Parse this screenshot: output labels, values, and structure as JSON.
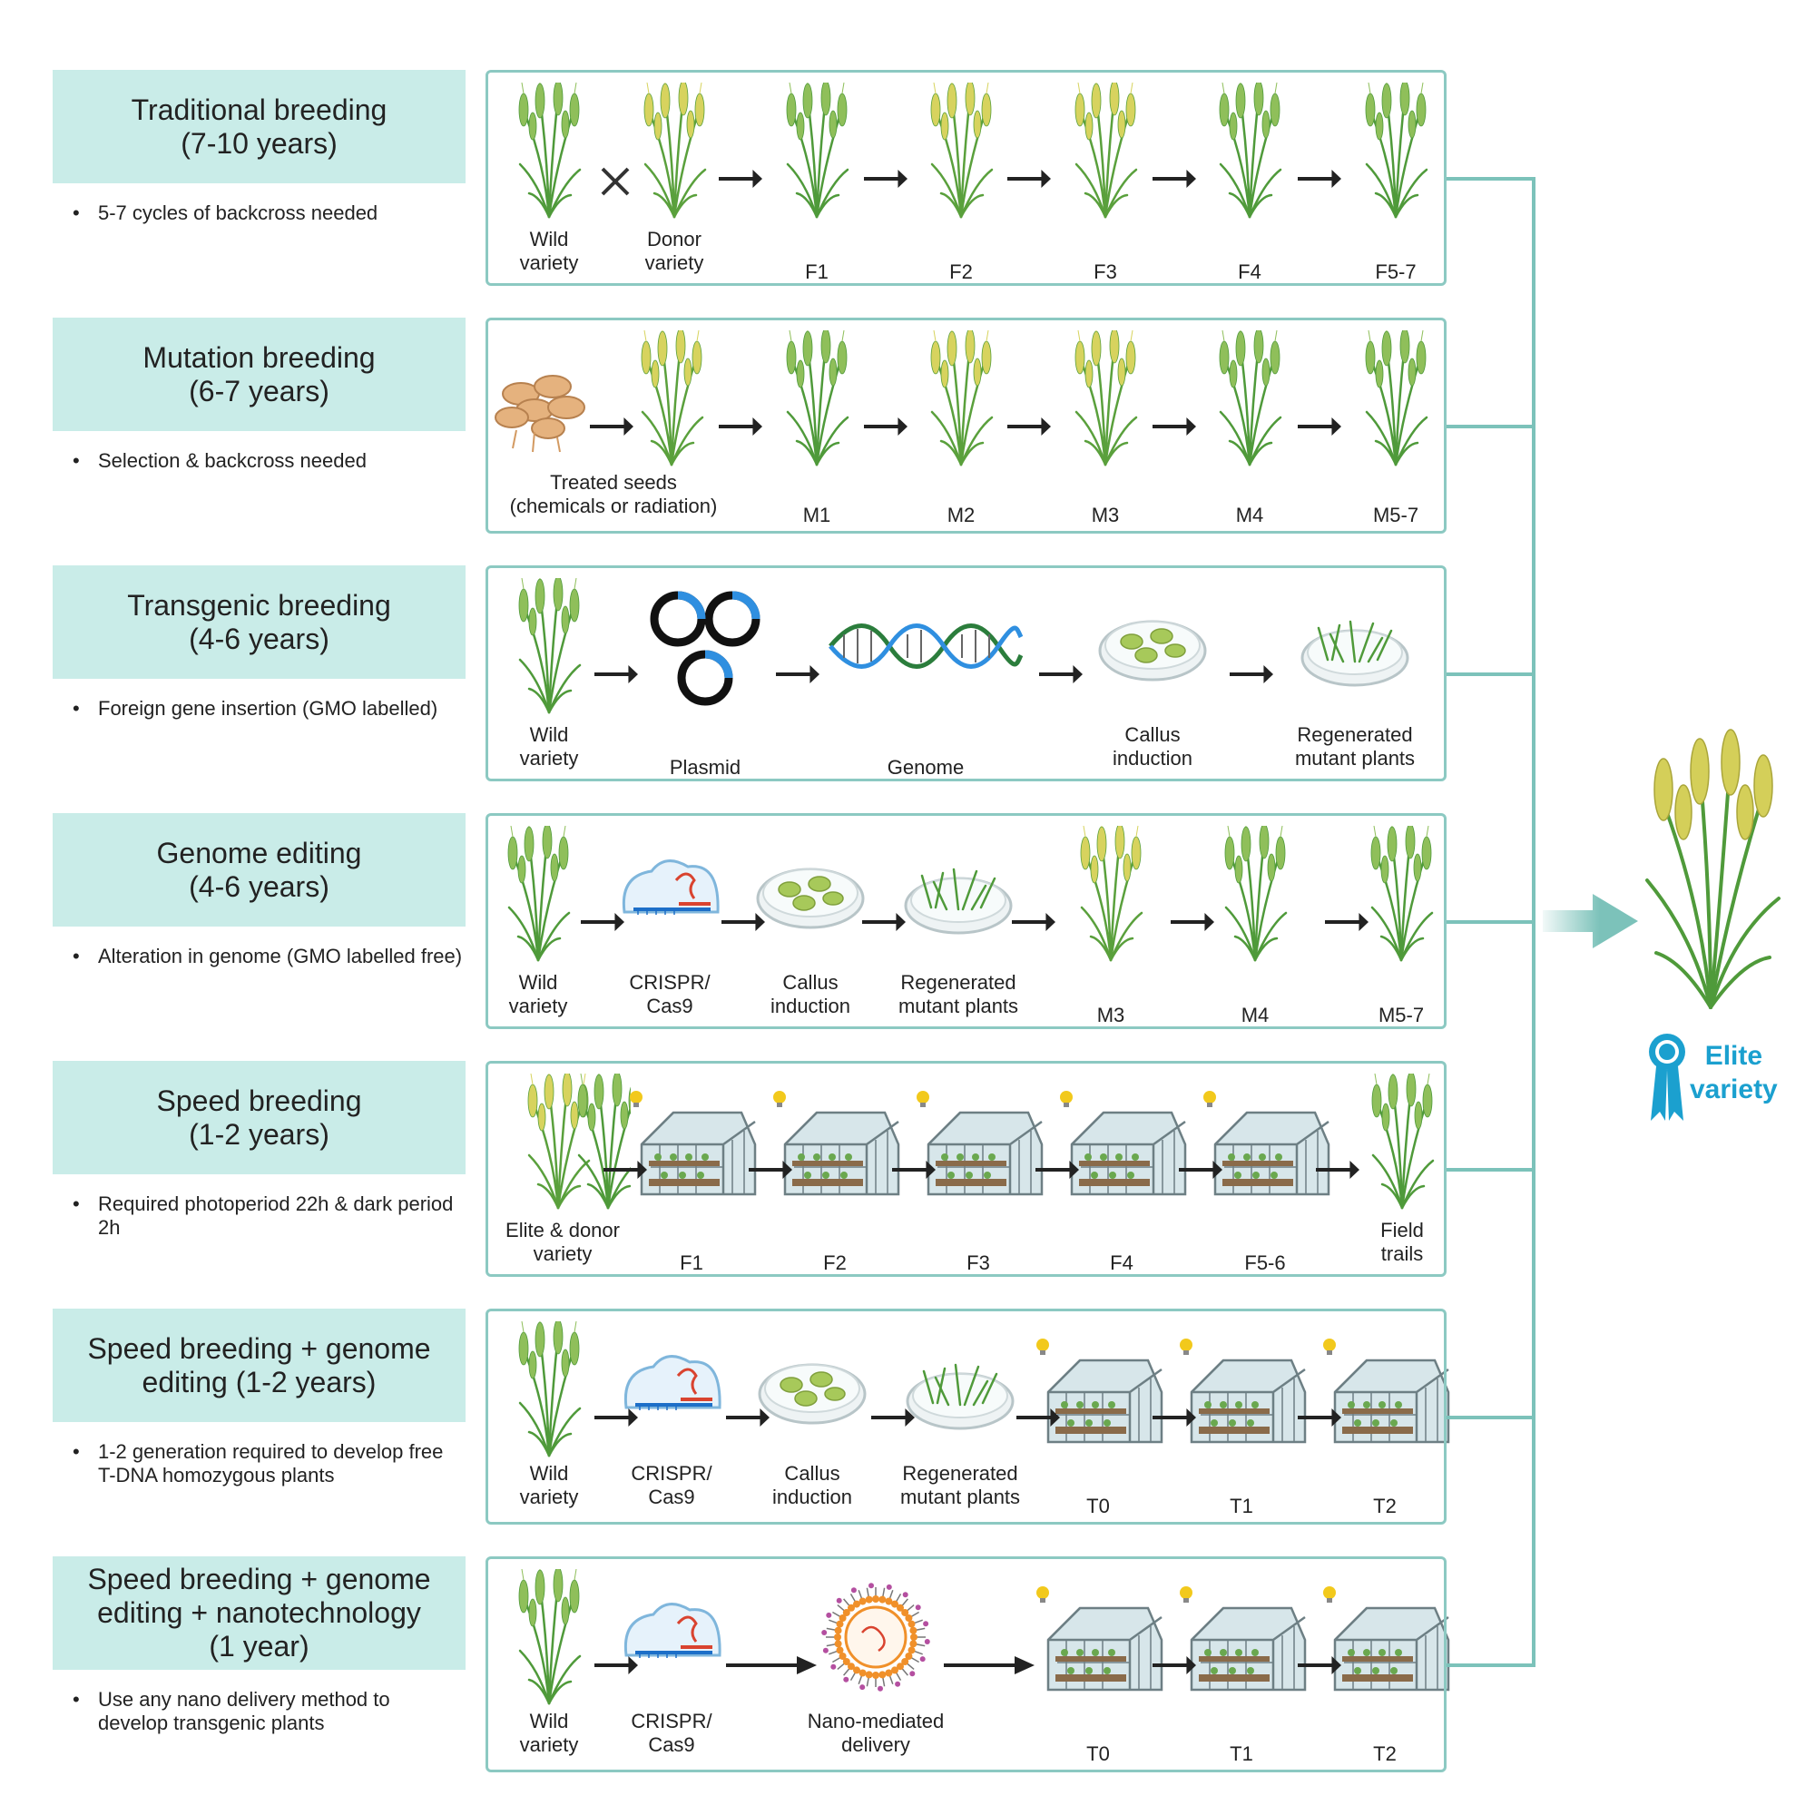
{
  "colors": {
    "label_bg": "#c9ece8",
    "panel_border": "#8cc9c2",
    "connector": "#7cc2ba",
    "elite_text": "#1ba0cf",
    "arrow": "#222222"
  },
  "rows": [
    {
      "title_line1": "Traditional breeding",
      "title_line2": "(7-10 years)",
      "title_line3": "",
      "note": "5-7 cycles of backcross needed",
      "steps": [
        {
          "icon": "wheat-green-icon",
          "label": "Wild\nvariety"
        },
        {
          "icon": "wheat-yellow-icon",
          "label": "Donor\nvariety"
        },
        {
          "icon": "wheat-green-icon",
          "label": "F1"
        },
        {
          "icon": "wheat-yellow-icon",
          "label": "F2"
        },
        {
          "icon": "wheat-yellow-icon",
          "label": "F3"
        },
        {
          "icon": "wheat-green-icon",
          "label": "F4"
        },
        {
          "icon": "wheat-green-icon",
          "label": "F5-7"
        }
      ]
    },
    {
      "title_line1": "Mutation breeding",
      "title_line2": "(6-7 years)",
      "title_line3": "",
      "note": "Selection & backcross needed",
      "steps": [
        {
          "icon": "seeds-icon",
          "label": "Treated seeds\n(chemicals or radiation)"
        },
        {
          "icon": "wheat-yellow-icon",
          "label": ""
        },
        {
          "icon": "wheat-green-icon",
          "label": "M1"
        },
        {
          "icon": "wheat-yellow-icon",
          "label": "M2"
        },
        {
          "icon": "wheat-yellow-icon",
          "label": "M3"
        },
        {
          "icon": "wheat-green-icon",
          "label": "M4"
        },
        {
          "icon": "wheat-green-icon",
          "label": "M5-7"
        }
      ]
    },
    {
      "title_line1": "Transgenic breeding",
      "title_line2": "(4-6 years)",
      "title_line3": "",
      "note": "Foreign gene insertion (GMO labelled)",
      "steps": [
        {
          "icon": "wheat-green-icon",
          "label": "Wild\nvariety"
        },
        {
          "icon": "plasmid-icon",
          "label": "Plasmid"
        },
        {
          "icon": "dna-icon",
          "label": "Genome"
        },
        {
          "icon": "callus-dish-icon",
          "label": "Callus\ninduction"
        },
        {
          "icon": "regenerated-dish-icon",
          "label": "Regenerated\nmutant plants"
        }
      ]
    },
    {
      "title_line1": "Genome editing",
      "title_line2": "(4-6 years)",
      "title_line3": "",
      "note": "Alteration in genome (GMO labelled free)",
      "steps": [
        {
          "icon": "wheat-green-icon",
          "label": "Wild\nvariety"
        },
        {
          "icon": "crispr-icon",
          "label": "CRISPR/\nCas9"
        },
        {
          "icon": "callus-dish-icon",
          "label": "Callus\ninduction"
        },
        {
          "icon": "regenerated-dish-icon",
          "label": "Regenerated\nmutant plants"
        },
        {
          "icon": "wheat-yellow-icon",
          "label": "M3"
        },
        {
          "icon": "wheat-green-icon",
          "label": "M4"
        },
        {
          "icon": "wheat-green-icon",
          "label": "M5-7"
        }
      ]
    },
    {
      "title_line1": "Speed breeding",
      "title_line2": "(1-2 years)",
      "title_line3": "",
      "note": "Required photoperiod 22h & dark period 2h",
      "steps": [
        {
          "icon": "wheat-pair-icon",
          "label": "Elite & donor\nvariety"
        },
        {
          "icon": "greenhouse-icon",
          "label": "F1"
        },
        {
          "icon": "greenhouse-icon",
          "label": "F2"
        },
        {
          "icon": "greenhouse-icon",
          "label": "F3"
        },
        {
          "icon": "greenhouse-icon",
          "label": "F4"
        },
        {
          "icon": "greenhouse-icon",
          "label": "F5-6"
        },
        {
          "icon": "wheat-green-icon",
          "label": "Field\ntrails"
        }
      ]
    },
    {
      "title_line1": "Speed breeding + genome",
      "title_line2": "editing (1-2 years)",
      "title_line3": "",
      "note": "1-2 generation required to develop free T-DNA homozygous plants",
      "steps": [
        {
          "icon": "wheat-green-icon",
          "label": "Wild\nvariety"
        },
        {
          "icon": "crispr-icon",
          "label": "CRISPR/\nCas9"
        },
        {
          "icon": "callus-dish-icon",
          "label": "Callus\ninduction"
        },
        {
          "icon": "regenerated-dish-icon",
          "label": "Regenerated\nmutant plants"
        },
        {
          "icon": "greenhouse-icon",
          "label": "T0"
        },
        {
          "icon": "greenhouse-icon",
          "label": "T1"
        },
        {
          "icon": "greenhouse-icon",
          "label": "T2"
        }
      ]
    },
    {
      "title_line1": "Speed breeding + genome",
      "title_line2": "editing + nanotechnology",
      "title_line3": "(1 year)",
      "note": "Use any nano delivery method to develop transgenic plants",
      "steps": [
        {
          "icon": "wheat-green-icon",
          "label": "Wild\nvariety"
        },
        {
          "icon": "crispr-icon",
          "label": "CRISPR/\nCas9"
        },
        {
          "icon": "nanoparticle-icon",
          "label": "Nano-mediated\ndelivery"
        },
        {
          "icon": "greenhouse-icon",
          "label": "T0"
        },
        {
          "icon": "greenhouse-icon",
          "label": "T1"
        },
        {
          "icon": "greenhouse-icon",
          "label": "T2"
        }
      ]
    }
  ],
  "elite": {
    "line1": "Elite",
    "line2": "variety",
    "icon": "ribbon-icon"
  }
}
